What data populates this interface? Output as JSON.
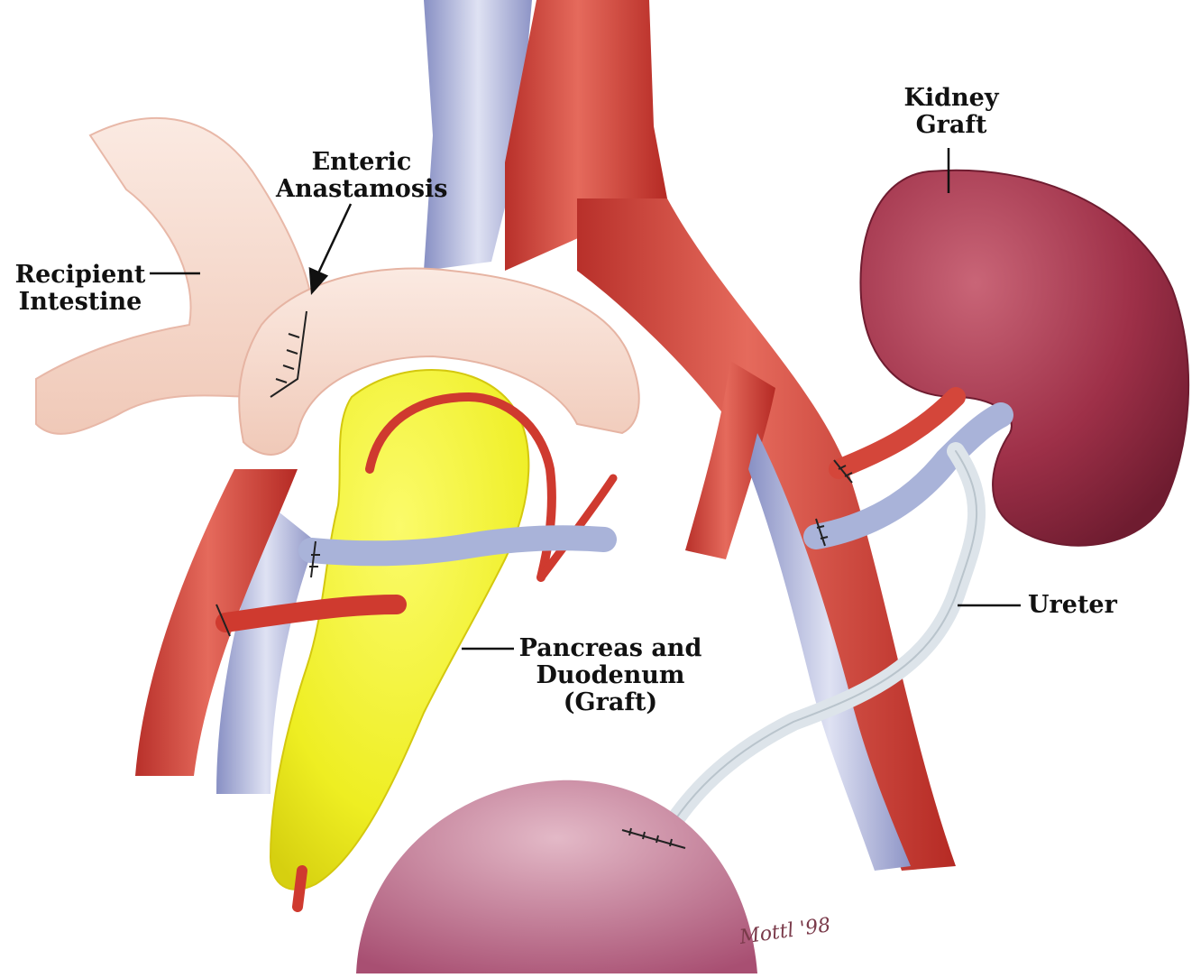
{
  "labels": {
    "enteric_anastomosis": [
      "Enteric",
      "Anastamosis"
    ],
    "recipient_intestine": [
      "Recipient",
      "Intestine"
    ],
    "kidney_graft": [
      "Kidney",
      "Graft"
    ],
    "ureter": "Ureter",
    "pancreas_duodenum": [
      "Pancreas and",
      "Duodenum",
      "(Graft)"
    ]
  },
  "signature": "Mottl '98",
  "colors": {
    "artery": "#d4463a",
    "vein": "#a9b3d9",
    "intestine": "#f6dcd0",
    "pancreas": "#f1f21e",
    "kidney": "#9c2f45",
    "ureter": "#dde4ea",
    "bladder": "#b86b87"
  }
}
